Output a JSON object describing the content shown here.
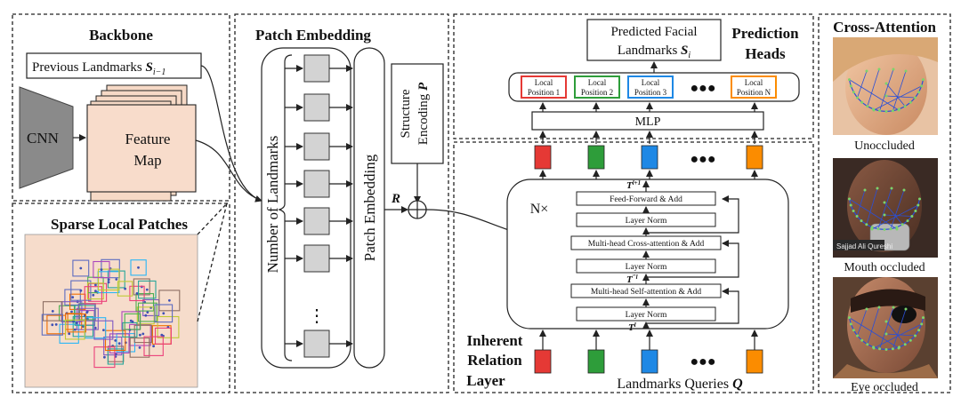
{
  "sections": {
    "backbone": "Backbone",
    "sparse": "Sparse Local Patches",
    "patch_embedding": "Patch Embedding",
    "prediction_heads_1": "Prediction",
    "prediction_heads_2": "Heads",
    "cross_attention": "Cross-Attention",
    "inherent_1": "Inherent",
    "inherent_2": "Relation",
    "inherent_3": "Layer"
  },
  "backbone": {
    "prev_landmarks": "Previous Landmarks",
    "prev_symbol": "S",
    "prev_sub": "i−1",
    "cnn": "CNN",
    "feature_1": "Feature",
    "feature_2": "Map"
  },
  "patch": {
    "num_landmarks": "Number of Landmarks",
    "patch_embedding": "Patch Embedding",
    "structure_1": "Structure",
    "structure_2": "Encoding",
    "structure_symbol": "P",
    "r_symbol": "R"
  },
  "heads": {
    "predicted_1": "Predicted Facial",
    "predicted_2": "Landmarks",
    "predicted_symbol": "S",
    "predicted_sub": "i",
    "mlp": "MLP",
    "local_positions": [
      {
        "line1": "Local",
        "line2": "Position 1",
        "color": "#e53935"
      },
      {
        "line1": "Local",
        "line2": "Position 2",
        "color": "#2e9d3a"
      },
      {
        "line1": "Local",
        "line2": "Position 3",
        "color": "#1e88e5"
      },
      {
        "line1": "Local",
        "line2": "Position N",
        "color": "#fb8c00"
      }
    ]
  },
  "transformer": {
    "nx": "N×",
    "layers": [
      "Feed-Forward & Add",
      "Layer Norm",
      "Multi-head Cross-attention & Add",
      "Layer Norm",
      "Multi-head Self-attention & Add",
      "Layer Norm"
    ],
    "t_top": "T",
    "t_top_sup": "l+1",
    "t_mid": "T",
    "t_mid_sup": "″l",
    "t_bottom": "T",
    "t_bottom_sup": "l"
  },
  "queries": {
    "label": "Landmarks Queries",
    "symbol": "Q",
    "colors": [
      "#e53935",
      "#2e9d3a",
      "#1e88e5",
      "#fb8c00"
    ]
  },
  "faces": {
    "captions": [
      "Unoccluded",
      "Mouth occluded",
      "Eye occluded"
    ],
    "watermark": "Sajjad Ali Qureshi"
  },
  "dots": "●●●"
}
